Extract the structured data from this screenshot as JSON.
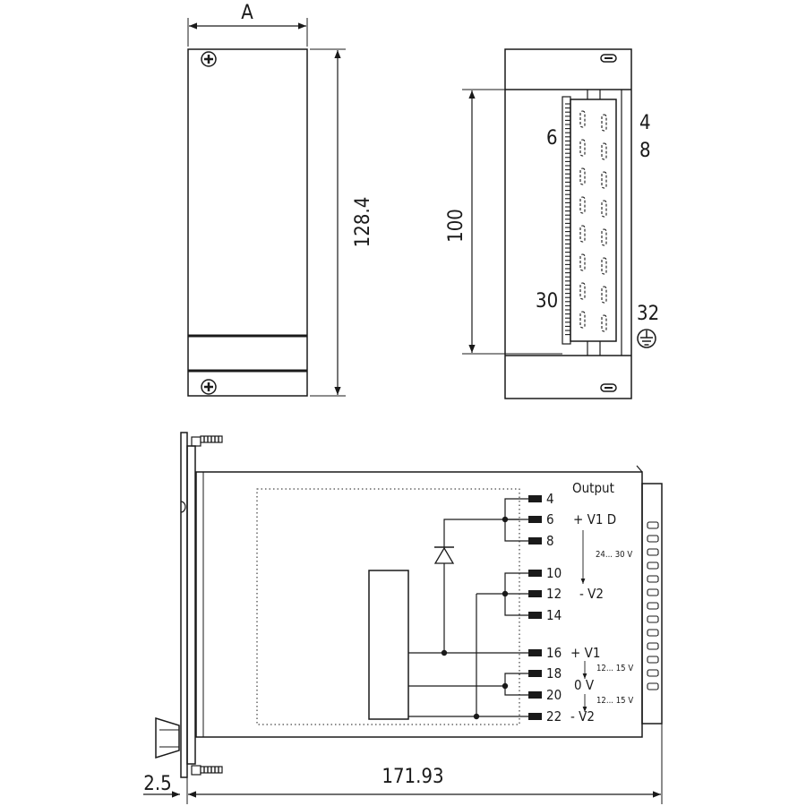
{
  "dimensions": {
    "width_label": "A",
    "height_label": "128.4",
    "connector_length_label": "100",
    "length_label": "171.93",
    "offset_label": "2.5"
  },
  "rear_view": {
    "pin_top_right_a": "4",
    "pin_top_right_b": "8",
    "pin_top_left": "6",
    "pin_bottom_left": "30",
    "pin_bottom_right": "32",
    "ground_symbol": "earth-ground-icon"
  },
  "side_view": {
    "output_title": "Output",
    "pins": [
      "4",
      "6",
      "8",
      "10",
      "12",
      "14",
      "16",
      "18",
      "20",
      "22"
    ],
    "labels": {
      "v1d": "+ V1 D",
      "range_v1d": "24... 30 V",
      "minus_v2_mid": "- V2",
      "plus_v1": "+ V1",
      "range_v1": "12... 15 V",
      "zero_v": "0 V",
      "range_v2": "12... 15 V",
      "minus_v2_bottom": "- V2"
    }
  },
  "colors": {
    "line": "#1a1a1a",
    "background": "#ffffff"
  }
}
